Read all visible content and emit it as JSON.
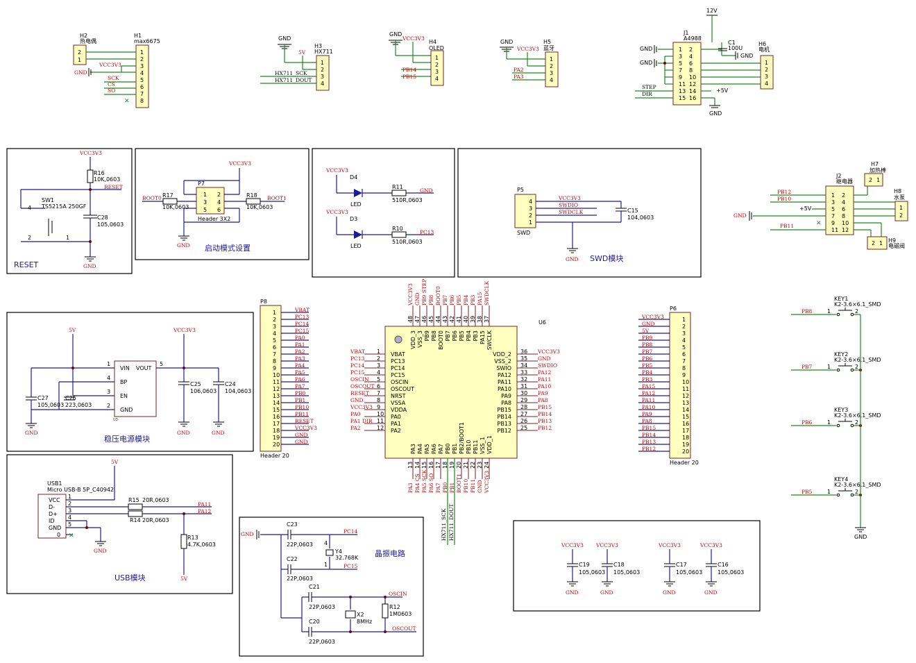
{
  "connectors": {
    "h1": {
      "ref": "H1",
      "name": "max6675",
      "pins": [
        "1",
        "2",
        "3",
        "4",
        "5",
        "6",
        "7",
        "8"
      ],
      "nets": [
        "VCC3V3",
        "SCK",
        "CS",
        "SO"
      ]
    },
    "h2": {
      "ref": "H2",
      "name": "热电偶",
      "pins": [
        "2",
        "1"
      ]
    },
    "h3": {
      "ref": "H3",
      "name": "HX711",
      "pins": [
        "1",
        "2",
        "3",
        "4"
      ],
      "nets": [
        "GND",
        "5V",
        "HX711_SCK",
        "HX711_DOUT"
      ]
    },
    "h4": {
      "ref": "H4",
      "name": "OLED",
      "pins": [
        "1",
        "2",
        "3",
        "4"
      ],
      "nets": [
        "GND",
        "VCC3V3",
        "PB14",
        "PB15"
      ]
    },
    "h5": {
      "ref": "H5",
      "name": "蓝牙",
      "pins": [
        "1",
        "2",
        "3",
        "4"
      ],
      "nets": [
        "GND",
        "VCC3V3",
        "PA2",
        "PA3"
      ]
    },
    "h6": {
      "ref": "H6",
      "name": "电机",
      "pins": [
        "1",
        "2",
        "3",
        "4"
      ]
    },
    "h7": {
      "ref": "H7",
      "name": "加热棒",
      "pins": [
        "2",
        "1"
      ]
    },
    "h8": {
      "ref": "H8",
      "name": "水泵",
      "pins": [
        "1",
        "2"
      ]
    },
    "h9": {
      "ref": "H9",
      "name": "电磁阀",
      "pins": [
        "2",
        "1"
      ]
    }
  },
  "driver": {
    "ref": "J1",
    "name": "A4988",
    "left": [
      "1",
      "3",
      "5",
      "7",
      "9",
      "11",
      "13",
      "15"
    ],
    "right": [
      "2",
      "4",
      "6",
      "8",
      "10",
      "12",
      "14",
      "16"
    ],
    "net_12v": "12V",
    "net_5v": "+5V",
    "step": "STEP",
    "dir": "DIR",
    "cap_ref": "C1",
    "cap_val": "100U",
    "gnd": "GND"
  },
  "relay": {
    "ref": "J2",
    "name": "继电器",
    "left": [
      "1",
      "3",
      "5",
      "7",
      "9",
      "11"
    ],
    "right": [
      "2",
      "4",
      "6",
      "8",
      "10",
      "12"
    ],
    "nets": [
      "PB12",
      "PB10",
      "+5V",
      "PB11"
    ]
  },
  "gnd": "GND",
  "modules": {
    "reset": "RESET",
    "boot": "启动模式设置",
    "swd": "SWD模块",
    "power": "稳压电源模块",
    "usb": "USB模块",
    "osc": "晶振电路"
  },
  "reset": {
    "r": "R16",
    "rv": "10K,0603",
    "c": "C28",
    "cv": "105,0603",
    "sw": "SW1",
    "swv": "TS5215A 250GF",
    "net": "RESET",
    "vcc": "VCC3V3",
    "p4": "4",
    "p2": "2",
    "p1": "1"
  },
  "boot": {
    "hdr": "P7",
    "hdrv": "Header 3X2",
    "r17": "R17",
    "r18": "R18",
    "rv": "10K,0603",
    "net": "BOOT0",
    "net2": "BOOT1",
    "vcc": "VCC3V3",
    "pins": [
      "1",
      "2",
      "3",
      "4",
      "5",
      "6"
    ]
  },
  "leds": {
    "d4": "D4",
    "d3": "D3",
    "led": "LED",
    "r11": "R11",
    "r10": "R10",
    "rv": "510R,0603",
    "n1": "GND",
    "n2": "PC13",
    "vcc": "VCC3V3"
  },
  "swd": {
    "ref": "P5",
    "name": "SWD",
    "pins": [
      "4",
      "3",
      "2",
      "1"
    ],
    "nets": [
      "VCC3V3",
      "SWDIO",
      "SWDCLK"
    ],
    "cap": "C15",
    "capv": "104,0603"
  },
  "power": {
    "ref": "U3",
    "vin": "VIN",
    "vout": "VOUT",
    "bp": "BP",
    "en": "EN",
    "gnd": "GND",
    "p1": "1",
    "p4": "4",
    "p3": "3",
    "p2": "2",
    "p5": "5",
    "c27": "C27",
    "c27v": "105,0603",
    "c26": "C26",
    "c26v": "223,0603",
    "c25": "C25",
    "c25v": "106,0603",
    "c24": "C24",
    "c24v": "104,0603",
    "in": "5V",
    "out": "VCC3V3"
  },
  "usb": {
    "ref": "USB1",
    "name": "Micro USB-B 5P_C40942",
    "pins": [
      "VCC",
      "D-",
      "D+",
      "ID",
      "GND"
    ],
    "nums": [
      "1",
      "2",
      "3",
      "4",
      "5",
      "0"
    ],
    "r15": "R15",
    "r14": "R14",
    "rv": "20R,0603",
    "r13": "R13",
    "r13v": "4.7K,0603",
    "n1": "PA11",
    "n2": "PA12",
    "v": "5V"
  },
  "osc": {
    "c23": "C23",
    "c22": "C22",
    "c21": "C21",
    "c20": "C20",
    "cv": "22P,0603",
    "y4": "Y4",
    "y4v": "32.768K",
    "x2": "X2",
    "x2v": "8MHz",
    "r12": "R12",
    "r12v": "1M0603",
    "n": [
      "PC14",
      "PC15",
      "OSCIN",
      "OSCOUT"
    ],
    "p1": "1",
    "p4": "4"
  },
  "p8": {
    "ref": "P8",
    "name": "Header 20",
    "pins": [
      "1",
      "2",
      "3",
      "4",
      "5",
      "6",
      "7",
      "8",
      "9",
      "10",
      "11",
      "12",
      "13",
      "14",
      "15",
      "16",
      "17",
      "18",
      "19",
      "20"
    ],
    "nets": [
      "VBAT",
      "PC13",
      "PC14",
      "PC15",
      "PA0",
      "PA1",
      "PA2",
      "PA3",
      "PA4",
      "PA5",
      "PA6",
      "PA7",
      "PB0",
      "PB1",
      "PB10",
      "PB11",
      "RESET",
      "VCC3V3",
      "GND",
      "GND"
    ]
  },
  "p6": {
    "ref": "P6",
    "name": "Header 20",
    "pins": [
      "1",
      "2",
      "3",
      "4",
      "5",
      "6",
      "7",
      "8",
      "9",
      "10",
      "11",
      "12",
      "13",
      "14",
      "15",
      "16",
      "17",
      "18",
      "19",
      "20"
    ],
    "nets": [
      "VCC3V3",
      "GND",
      "5V",
      "PB9",
      "PB8",
      "PB7",
      "PB6",
      "PB5",
      "PB4",
      "PB3",
      "PA15",
      "PA12",
      "PA11",
      "PA10",
      "PA9",
      "PA8",
      "PB15",
      "PB14",
      "PB13",
      "PB12"
    ]
  },
  "mcu": {
    "ref": "U6",
    "left_names": [
      "VBAT",
      "PC13",
      "PC14",
      "PC15",
      "OSCIN",
      "OSCOUT",
      "NRST",
      "VSSA",
      "VDDA",
      "PA0",
      "PA1",
      "PA2"
    ],
    "left_nums": [
      "1",
      "2",
      "3",
      "4",
      "5",
      "6",
      "7",
      "8",
      "9",
      "10",
      "11",
      "12"
    ],
    "left_nets": [
      "VBAT",
      "PC13",
      "PC14",
      "PC15",
      "OSCIN",
      "OSCOUT",
      "RESET",
      "GND",
      "VCC3V3",
      "PA0",
      "PA1 DIR",
      "PA2"
    ],
    "right_names": [
      "VDD_2",
      "VSS_2",
      "SWIO",
      "PA12",
      "PA11",
      "PA10",
      "PA9",
      "PA8",
      "PB15",
      "PB14",
      "PB13",
      "PB12"
    ],
    "right_nums": [
      "36",
      "35",
      "34",
      "33",
      "32",
      "31",
      "30",
      "29",
      "28",
      "27",
      "26",
      "25"
    ],
    "right_nets": [
      "VCC3V3",
      "GND",
      "SWDIO",
      "PA12",
      "PA11",
      "PA10",
      "PA9",
      "PA8",
      "PB15",
      "PB14",
      "PB13",
      "PB12"
    ],
    "top_names": [
      "VDD_3",
      "VSS_3",
      "PB9",
      "PB8",
      "BOOT0",
      "PB7",
      "PB6",
      "PB5",
      "PB4",
      "PB3",
      "PA15",
      "SWCLK"
    ],
    "top_nums": [
      "48",
      "47",
      "46",
      "45",
      "44",
      "43",
      "42",
      "41",
      "40",
      "39",
      "38",
      "37"
    ],
    "top_nets": [
      "VCC3V3",
      "GND",
      "PB9 STEP",
      "PB8",
      "BOOT0",
      "PB7",
      "PB6",
      "PB5",
      "PB4",
      "PB3",
      "PA15",
      "SWDCLK"
    ],
    "bot_names": [
      "PA3",
      "PA4",
      "PA5",
      "PA6",
      "PA7",
      "PB0",
      "PB1",
      "PB2/BOOT1",
      "PB10",
      "PB11",
      "VSS_1",
      "VDD_1"
    ],
    "bot_nums": [
      "13",
      "14",
      "15",
      "16",
      "17",
      "18",
      "19",
      "20",
      "21",
      "22",
      "23",
      "24"
    ],
    "bot_nets": [
      "PA3",
      "PA4 CS",
      "PA5 SCK",
      "PA6 SO",
      "PA7",
      "PB0",
      "PB1",
      "BOOT1",
      "PB10",
      "PB11",
      "GND",
      "VCC3V3"
    ],
    "hx": [
      "HX711_SCK",
      "HX711_DOUT"
    ]
  },
  "keys": [
    {
      "ref": "KEY1",
      "name": "K2-3.6×6.1_SMD",
      "net": "PB8"
    },
    {
      "ref": "KEY2",
      "name": "K2-3.6×6.1_SMD",
      "net": "PB7"
    },
    {
      "ref": "KEY3",
      "name": "K2-3.6×6.1_SMD",
      "net": "PB6"
    },
    {
      "ref": "KEY4",
      "name": "K2-3.6×6.1_SMD",
      "net": "PB5"
    }
  ],
  "keypins": [
    "1",
    "2"
  ],
  "decoupling": [
    {
      "ref": "C19",
      "val": "105,0603"
    },
    {
      "ref": "C18",
      "val": "105,0603"
    },
    {
      "ref": "C17",
      "val": "105,0603"
    },
    {
      "ref": "C16",
      "val": "105,0603"
    }
  ],
  "vcc": "VCC3V3"
}
